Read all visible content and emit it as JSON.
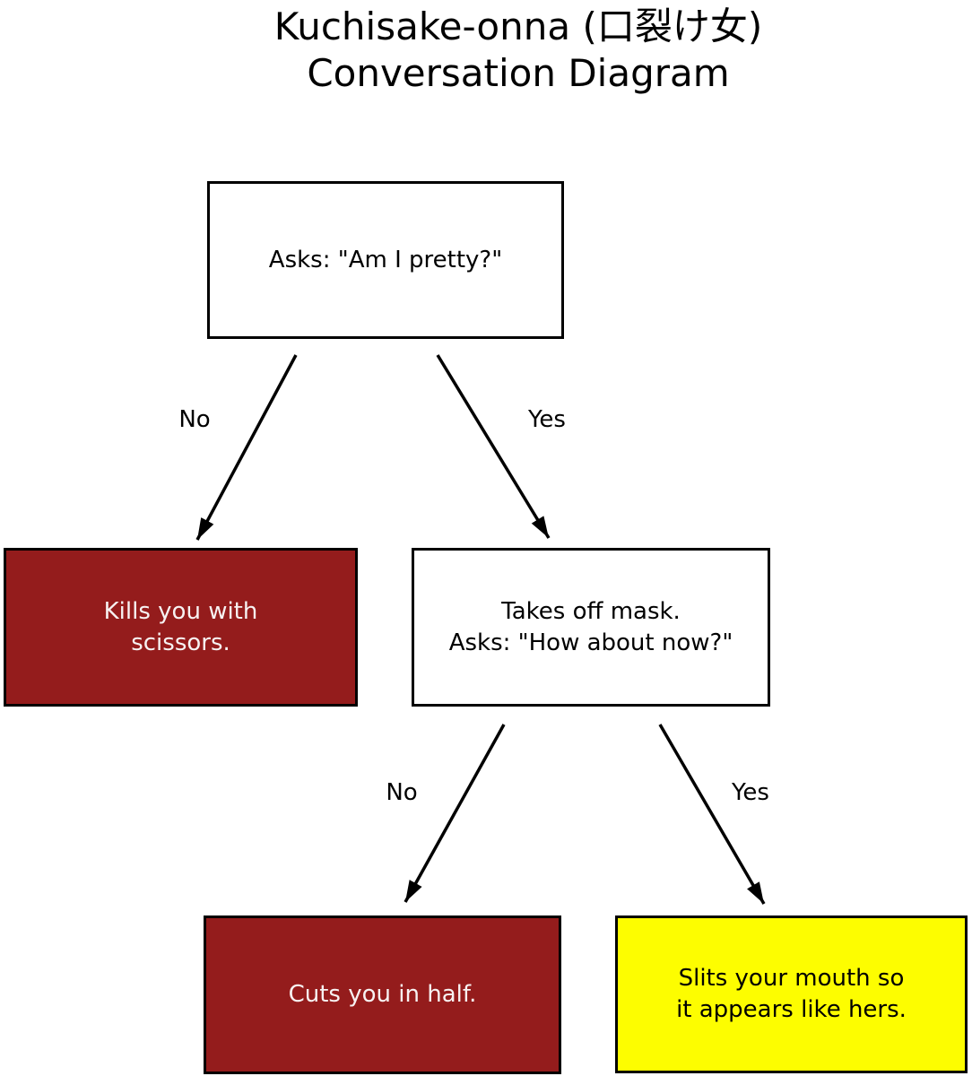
{
  "title": {
    "line1": "Kuchisake-onna (口裂け女)",
    "line2": "Conversation Diagram"
  },
  "nodes": {
    "root": {
      "lines": [
        "Asks: \"Am I pretty?\""
      ]
    },
    "kills": {
      "lines": [
        "Kills you with",
        "scissors."
      ]
    },
    "mask": {
      "lines": [
        "Takes off mask.",
        "Asks: \"How about now?\""
      ]
    },
    "cuts": {
      "lines": [
        "Cuts you in half."
      ]
    },
    "slits": {
      "lines": [
        "Slits your mouth so",
        "it appears like hers."
      ]
    }
  },
  "edges": {
    "root_no": {
      "label": "No"
    },
    "root_yes": {
      "label": "Yes"
    },
    "mask_no": {
      "label": "No"
    },
    "mask_yes": {
      "label": "Yes"
    }
  },
  "colors": {
    "danger_red": "#941c1c",
    "warning_yellow": "#fdfd00",
    "node_white": "#ffffff",
    "line_black": "#000000",
    "text_on_red": "#f7f2f2",
    "background": "#ffffff"
  }
}
